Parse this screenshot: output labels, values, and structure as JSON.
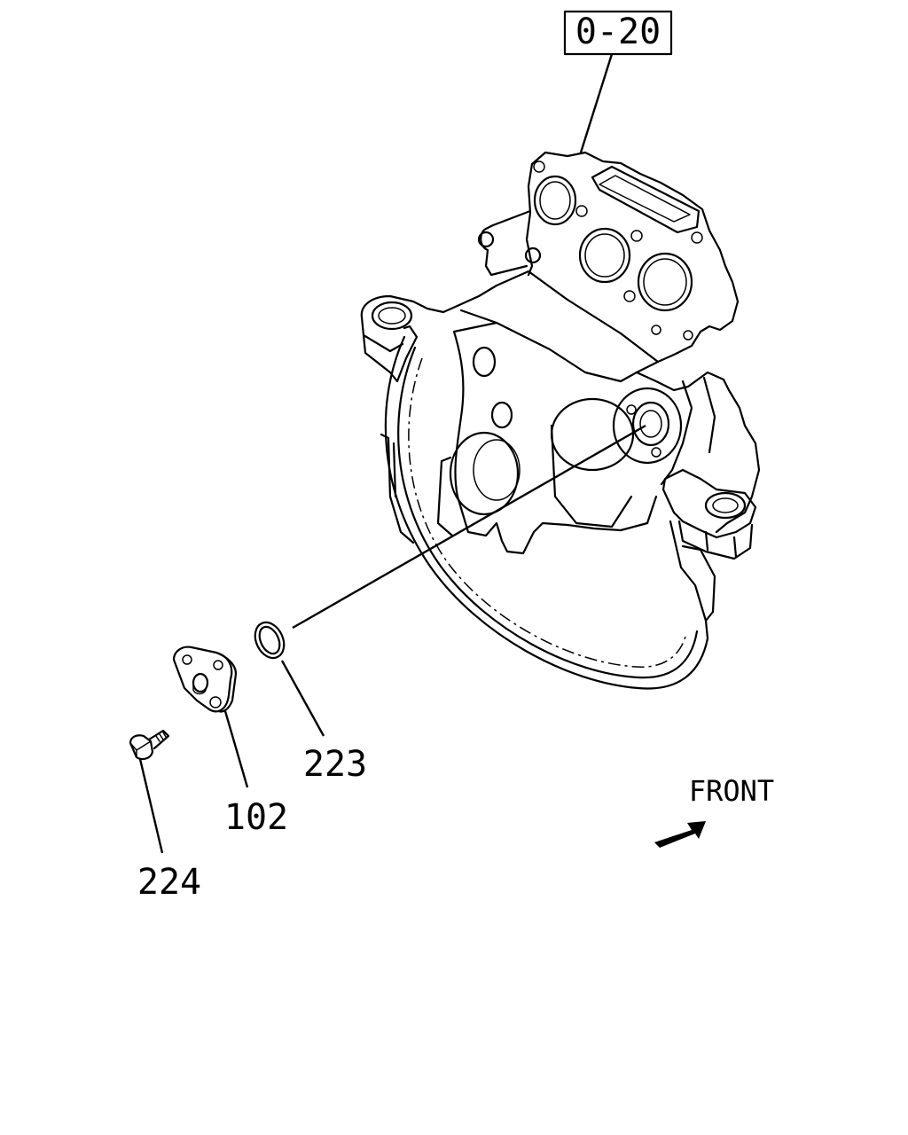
{
  "reference_box": "0-20",
  "callouts": {
    "ring": "223",
    "cover": "102",
    "bolt": "224"
  },
  "front_label": "FRONT"
}
